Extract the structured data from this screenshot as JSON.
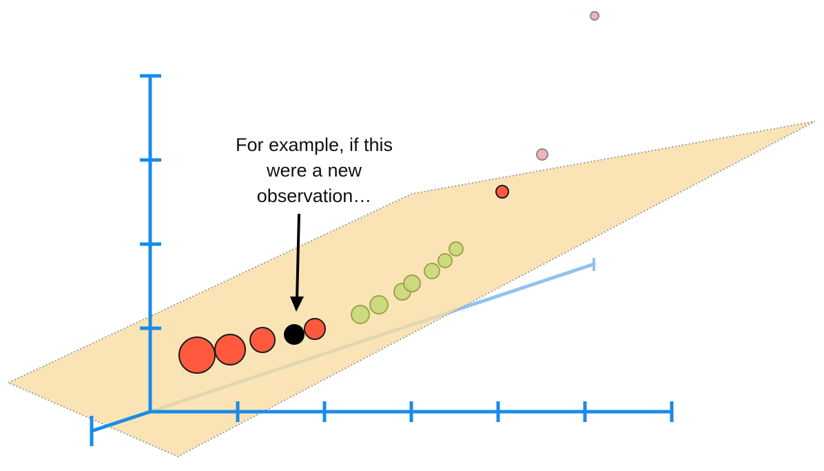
{
  "callout": {
    "lines": [
      "For example, if this",
      "were a new",
      "observation…"
    ]
  },
  "colors": {
    "axis": "#1a8be8",
    "axis_depth": "#8fc3f0",
    "plane_fill": "#f8dca2",
    "plane_edge": "#9b9b9b",
    "red_point": "#ff5a40",
    "green_point": "#c8d87a",
    "pink_point": "#f0b4b4",
    "new_observation": "#000000",
    "arrow": "#000000"
  },
  "points": [
    {
      "group": "red",
      "size": 3
    },
    {
      "group": "red",
      "size": 2.6
    },
    {
      "group": "red",
      "size": 2
    },
    {
      "group": "red",
      "size": 1.6
    },
    {
      "group": "green",
      "size": 1.4
    },
    {
      "group": "green",
      "size": 1.4
    },
    {
      "group": "green",
      "size": 1.3
    },
    {
      "group": "green",
      "size": 1.3
    },
    {
      "group": "green",
      "size": 1.2
    },
    {
      "group": "green",
      "size": 1.2
    },
    {
      "group": "green",
      "size": 1.1
    },
    {
      "group": "red",
      "size": 1
    },
    {
      "group": "pink",
      "size": 0.9
    },
    {
      "group": "pink",
      "size": 0.7
    },
    {
      "group": "new",
      "size": 1.6
    }
  ]
}
